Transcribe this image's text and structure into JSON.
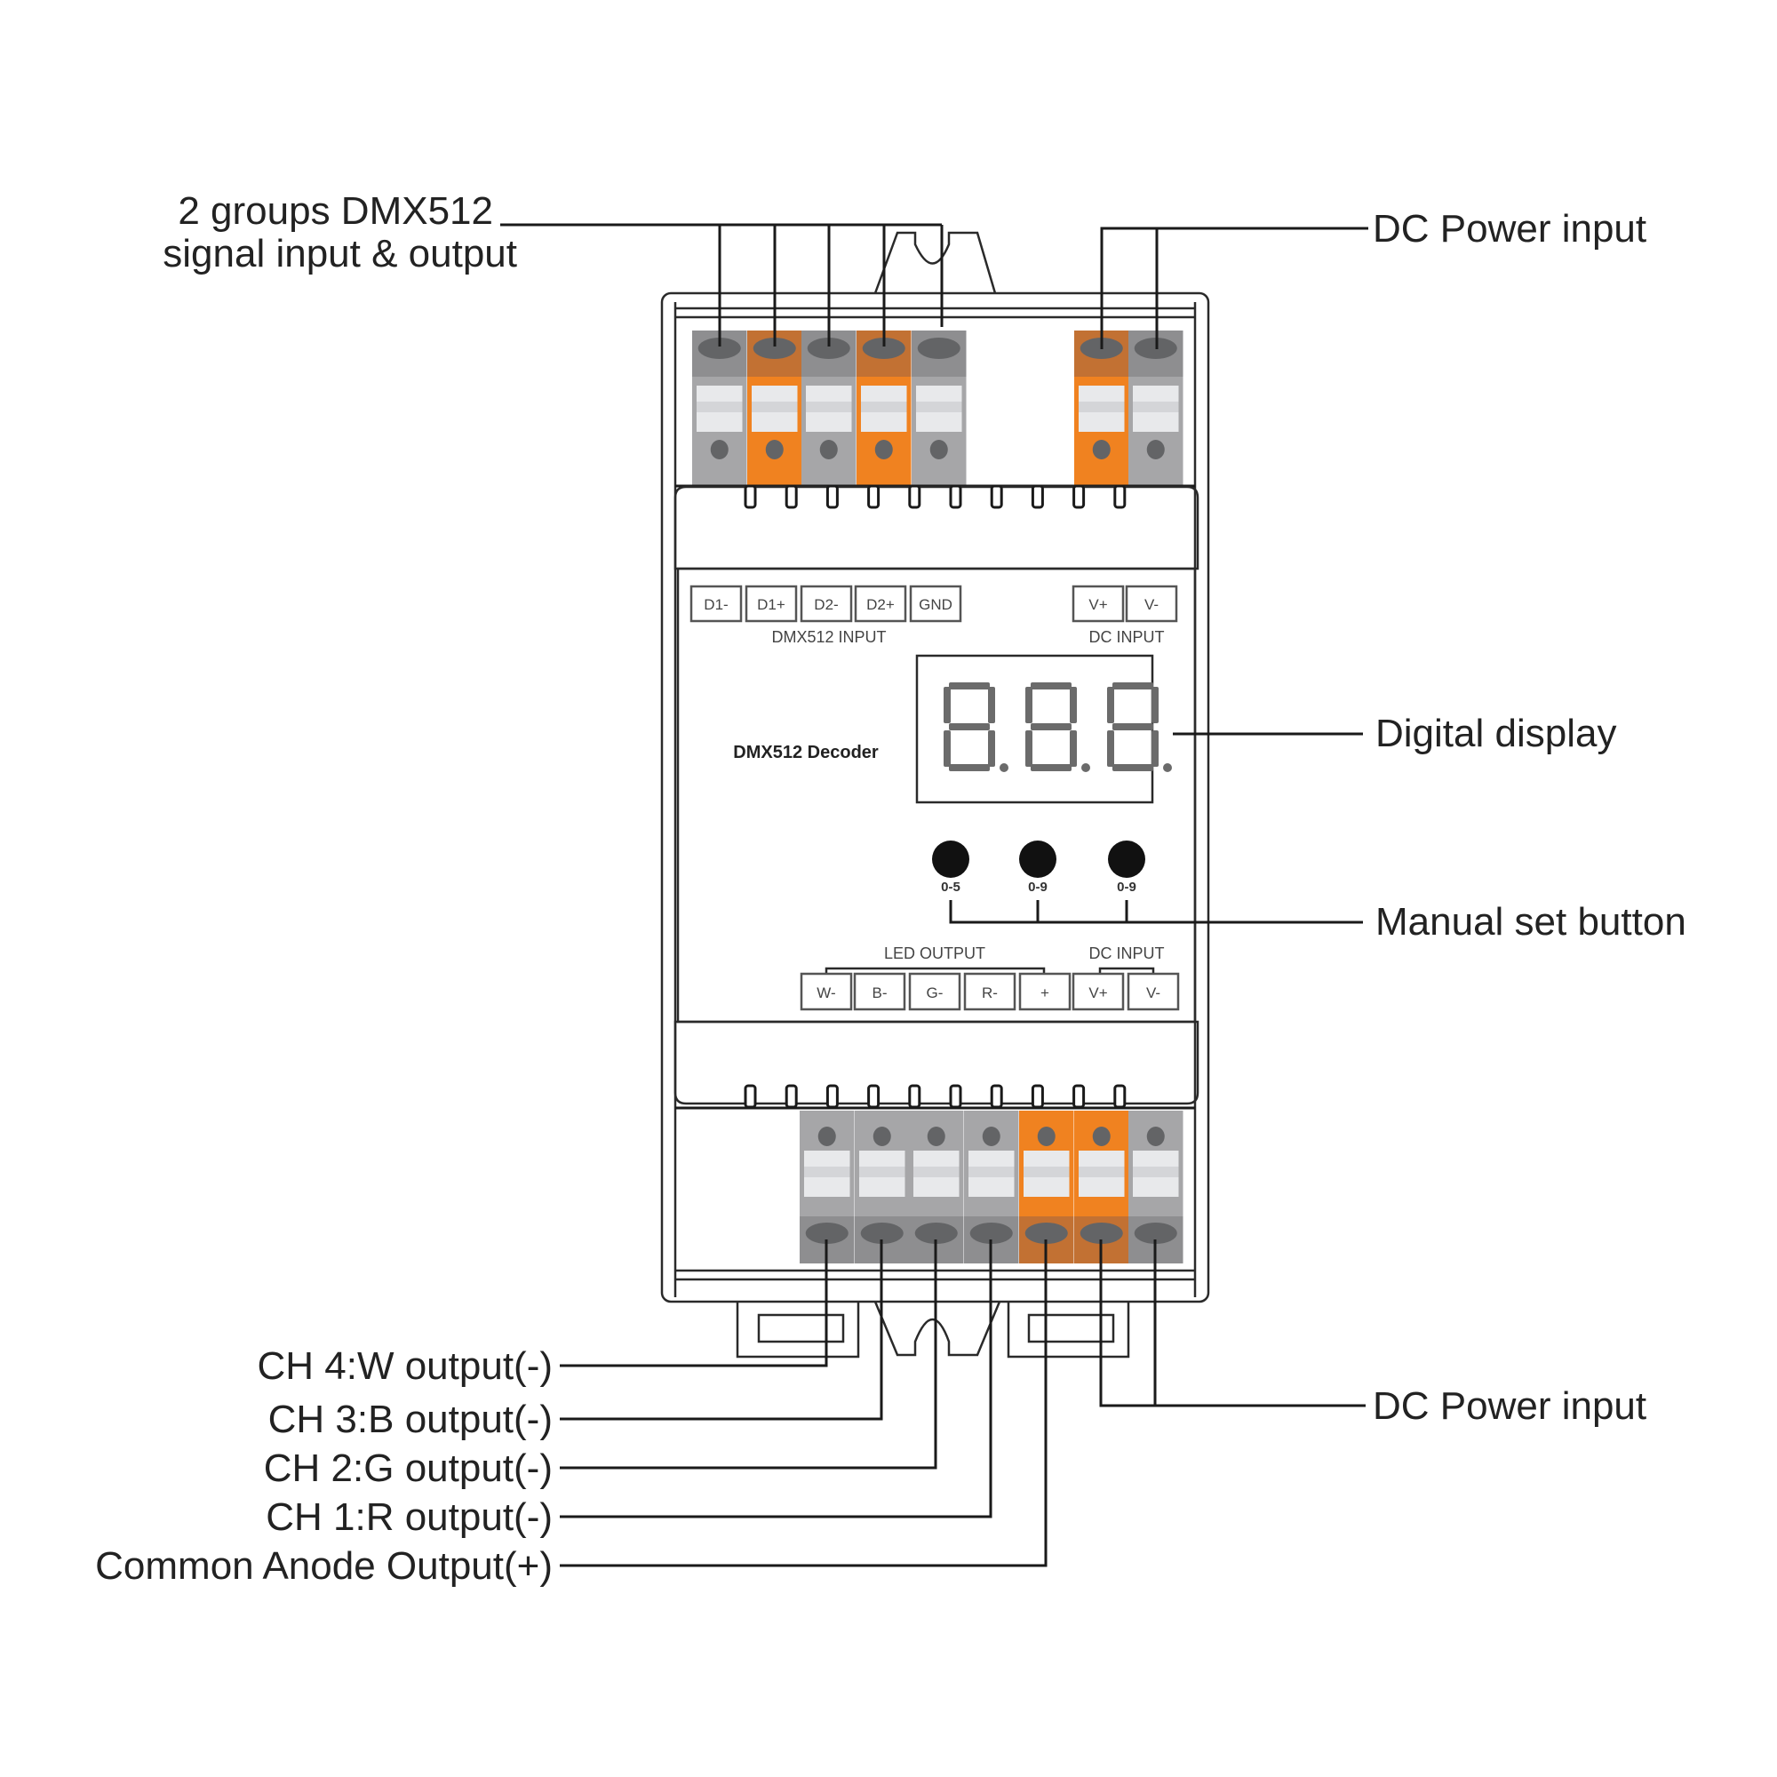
{
  "diagram": {
    "device_name": "DMX512 Decoder",
    "colors": {
      "terminal_gray": "#a6a6a8",
      "terminal_dark": "#8e8e90",
      "terminal_orange": "#f08220",
      "terminal_orange_dark": "#c27133",
      "screw": "#636466",
      "clamp_light": "#e8e9eb",
      "line": "#1a1a1a"
    },
    "callouts": {
      "dmx_signal_line1": "2 groups DMX512",
      "dmx_signal_line2": "signal input & output",
      "dc_power_top": "DC Power input",
      "digital_display": "Digital display",
      "manual_set_button": "Manual set button",
      "dc_power_bottom": "DC Power input",
      "ch4": "CH 4:W output(-)",
      "ch3": "CH 3:B output(-)",
      "ch2": "CH 2:G output(-)",
      "ch1": "CH 1:R output(-)",
      "common_anode": "Common Anode Output(+)"
    },
    "top_terminals": {
      "group_label_dmx": "DMX512 INPUT",
      "group_label_dc": "DC INPUT",
      "labels": [
        "D1-",
        "D1+",
        "D2-",
        "D2+",
        "GND",
        "V+",
        "V-"
      ],
      "orange": [
        false,
        true,
        false,
        true,
        false,
        true,
        false
      ]
    },
    "bottom_terminals": {
      "group_label_led": "LED OUTPUT",
      "group_label_dc": "DC INPUT",
      "labels": [
        "W-",
        "B-",
        "G-",
        "R-",
        "+",
        "V+",
        "V-"
      ],
      "orange": [
        false,
        false,
        false,
        false,
        true,
        true,
        false
      ]
    },
    "display": {
      "digits": "8.8.8.",
      "digit_count": 3
    },
    "buttons": [
      {
        "range": "0-5"
      },
      {
        "range": "0-9"
      },
      {
        "range": "0-9"
      }
    ]
  }
}
